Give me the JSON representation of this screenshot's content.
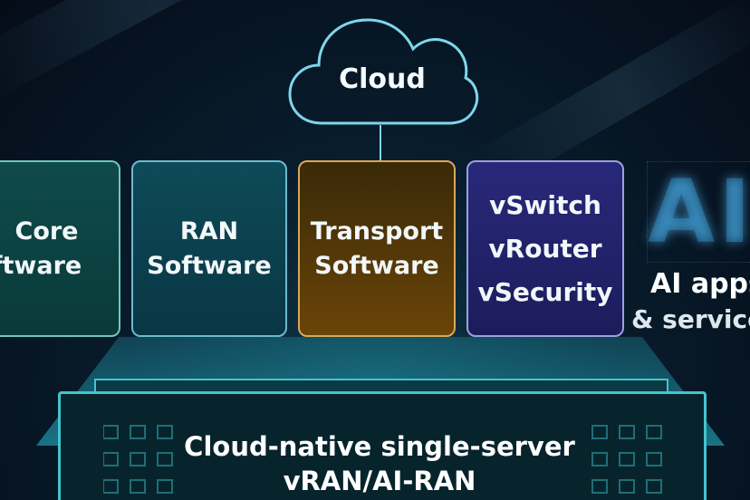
{
  "cloud": {
    "label": "Cloud"
  },
  "cards": {
    "core": [
      "Core",
      "Software"
    ],
    "ran": [
      "RAN",
      "Software"
    ],
    "transport": [
      "Transport",
      "Software"
    ],
    "vnet": [
      "vSwitch",
      "vRouter",
      "vSecurity"
    ]
  },
  "ai": {
    "glyph": "AI",
    "line1": "AI apps",
    "line2": "& services"
  },
  "server": {
    "line1": "Cloud-native single-server",
    "line2": "vRAN/AI-RAN"
  },
  "colors": {
    "background": "#081c2c",
    "cloud_stroke": "#7fd6ea",
    "core_border": "#6fc7c0",
    "ran_border": "#6fb9cf",
    "transport_border": "#d9a856",
    "vnet_border": "#9ba2de",
    "server_border": "#43c4cf"
  }
}
